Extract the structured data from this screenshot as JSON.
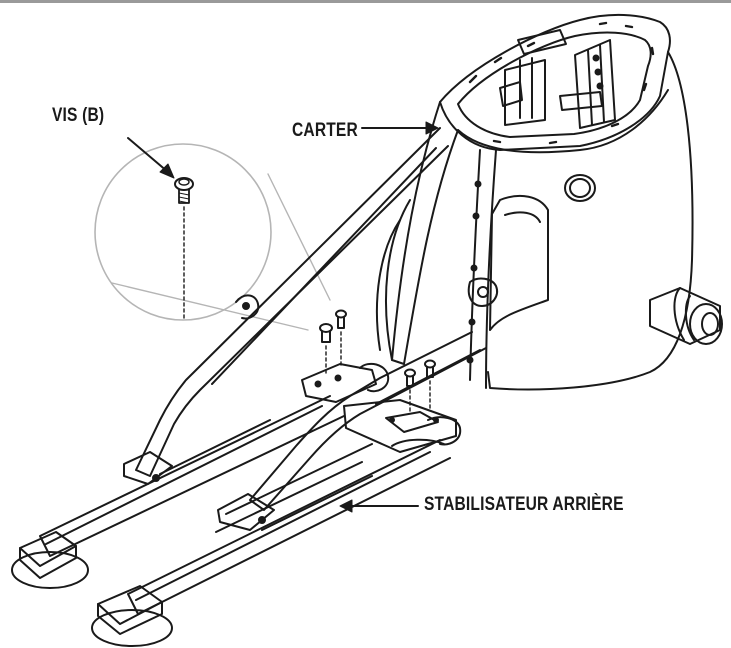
{
  "diagram": {
    "labels": {
      "screw": "VIS (B)",
      "housing": "CARTER",
      "rear_stabilizer": "STABILISATEUR ARRIÈRE"
    },
    "colors": {
      "line": "#1a1a1a",
      "zoom_circle": "#b5b5b5",
      "top_rule": "#9a9a9a",
      "background": "#ffffff"
    }
  }
}
